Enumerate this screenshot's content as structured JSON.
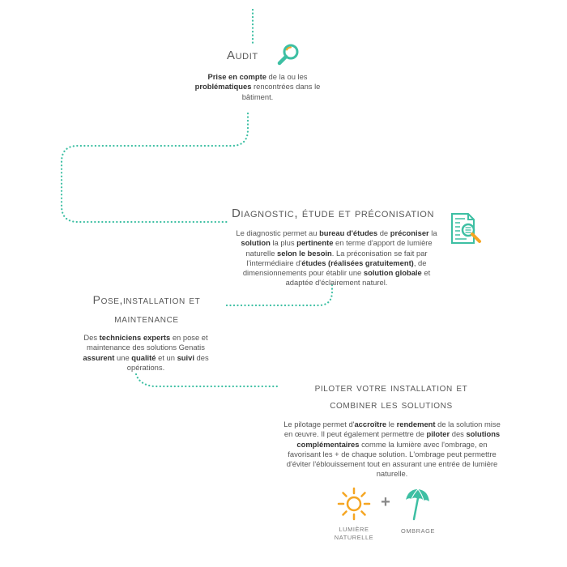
{
  "steps": {
    "audit": {
      "title": "Audit",
      "body": [
        {
          "t": "Prise en compte",
          "b": true
        },
        {
          "t": " de la ou les "
        },
        {
          "t": "problématiques",
          "b": true
        },
        {
          "t": " rencontrées dans le bâtiment."
        }
      ]
    },
    "diagnostic": {
      "title": "Diagnostic, étude et préconisation",
      "body": [
        {
          "t": "Le diagnostic permet au "
        },
        {
          "t": "bureau d'études",
          "b": true
        },
        {
          "t": " de "
        },
        {
          "t": "préconiser",
          "b": true
        },
        {
          "t": " la "
        },
        {
          "t": "solution",
          "b": true
        },
        {
          "t": " la plus "
        },
        {
          "t": "pertinente",
          "b": true
        },
        {
          "t": " en terme d'apport de lumière naturelle "
        },
        {
          "t": "selon le besoin",
          "b": true
        },
        {
          "t": ". La préconisation se fait par l'intermédiaire d'"
        },
        {
          "t": "études (réalisées gratuitement)",
          "b": true
        },
        {
          "t": ", de dimensionnements pour établir une "
        },
        {
          "t": "solution globale",
          "b": true
        },
        {
          "t": " et adaptée d'éclairement naturel."
        }
      ]
    },
    "pose": {
      "title_line1": "Pose,installation et",
      "title_line2": "maintenance",
      "body": [
        {
          "t": "Des "
        },
        {
          "t": "techniciens experts",
          "b": true
        },
        {
          "t": " en pose et maintenance des solutions Genatis "
        },
        {
          "t": "assurent",
          "b": true
        },
        {
          "t": " une "
        },
        {
          "t": "qualité",
          "b": true
        },
        {
          "t": " et un "
        },
        {
          "t": "suivi",
          "b": true
        },
        {
          "t": " des opérations."
        }
      ]
    },
    "piloter": {
      "title_line1": "piloter votre installation et",
      "title_line2": "combiner les solutions",
      "body": [
        {
          "t": "Le pilotage permet d'"
        },
        {
          "t": "accroître",
          "b": true
        },
        {
          "t": " le "
        },
        {
          "t": "rendement",
          "b": true
        },
        {
          "t": " de la solution mise en œuvre. Il peut également permettre de "
        },
        {
          "t": "piloter",
          "b": true
        },
        {
          "t": " des "
        },
        {
          "t": "solutions complémentaires",
          "b": true
        },
        {
          "t": " comme la lumière avec l'ombrage, en favorisant les + de chaque solution. L'ombrage peut permettre d'éviter l'éblouissement tout en assurant une entrée de lumière naturelle."
        }
      ]
    }
  },
  "solutions": {
    "sun_label_line1": "LUMIÈRE",
    "sun_label_line2": "NATURELLE",
    "plus": "+",
    "shade_label": "OMBRAGE"
  },
  "colors": {
    "accent": "#3dbfa3",
    "sun": "#f5a623",
    "text": "#555555",
    "title": "#585858"
  },
  "icons": [
    "magnifier-icon",
    "document-search-icon",
    "sun-icon",
    "parasol-icon"
  ]
}
